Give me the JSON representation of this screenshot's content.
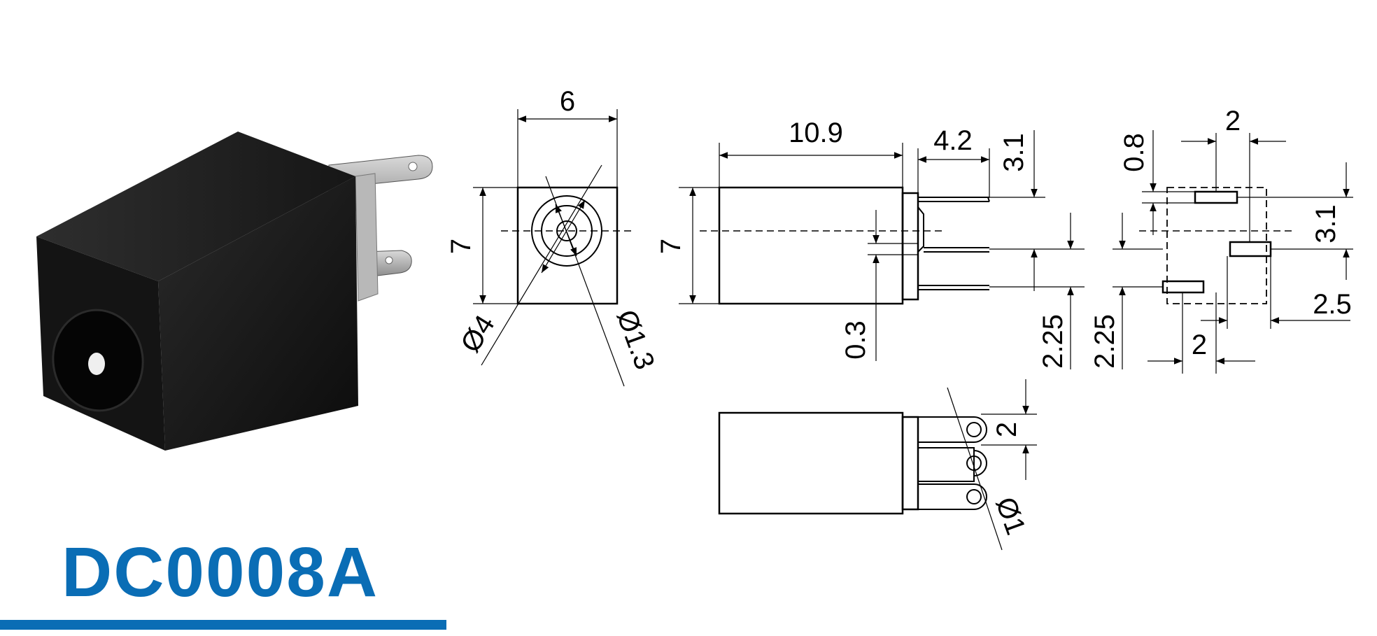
{
  "product": {
    "model": "DC0008A"
  },
  "colors": {
    "brand": "#0a6db5",
    "line": "#000000",
    "body": "#1a1a1a"
  },
  "dims": {
    "front_width": "6",
    "front_height": "7",
    "hole_outer": "Ø4",
    "hole_pin": "Ø1.3",
    "side_length": "10.9",
    "side_height": "7",
    "pin_extend": "4.2",
    "pin_offset_top": "3.1",
    "pin_thickness": "0.3",
    "pin_spacing_side": "2.25",
    "pad_offset_bottom": "2.25",
    "pad_width": "2",
    "pad_thickness": "0.8",
    "pad_offset_right": "3.1",
    "pad_spacing_right": "2.5",
    "pad_bottom_spacing": "2",
    "bottom_pitch": "2",
    "bottom_hole": "Ø1"
  }
}
